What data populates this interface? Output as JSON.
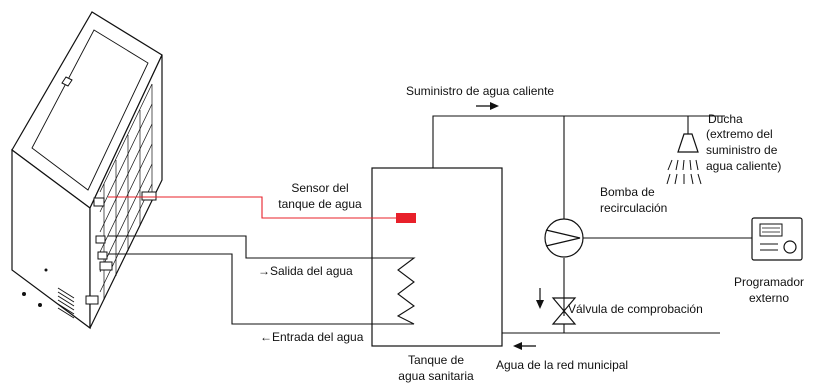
{
  "labels": {
    "hot_supply": "Suministro de agua caliente",
    "shower_1": "Ducha",
    "shower_2": "(extremo del",
    "shower_3": "suministro de",
    "shower_4": "agua caliente)",
    "sensor_1": "Sensor del",
    "sensor_2": "tanque de agua",
    "pump_1": "Bomba de",
    "pump_2": "recirculación",
    "water_out": "Salida del agua",
    "water_in": "Entrada del agua",
    "check_valve": "Válvula de comprobación",
    "programmer_1": "Programador",
    "programmer_2": "externo",
    "tank_1": "Tanque de",
    "tank_2": "agua sanitaria",
    "municipal": "Agua de la red municipal"
  },
  "colors": {
    "line": "#111111",
    "sensor": "#e8202a"
  },
  "icons": {
    "out_arrow": "→",
    "in_arrow": "←"
  }
}
